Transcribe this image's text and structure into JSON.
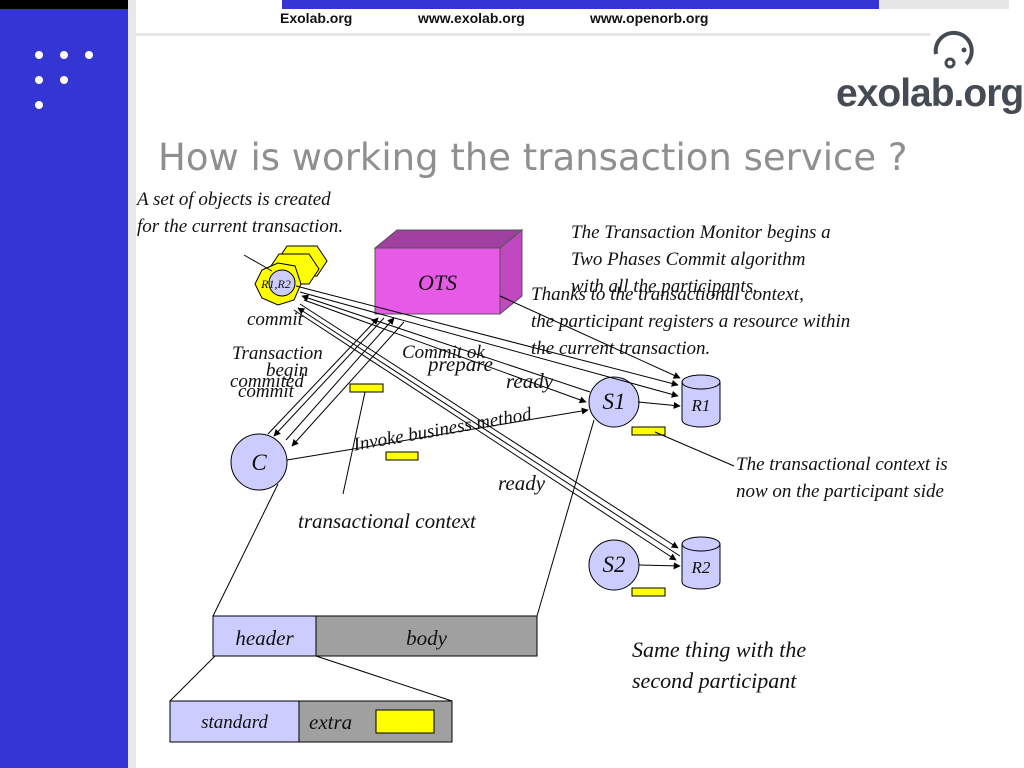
{
  "header": {
    "links": [
      "Exolab.org",
      "www.exolab.org",
      "www.openorb.org"
    ],
    "logo_text": "exolab.org"
  },
  "slide": {
    "title": "How is working the transaction service ?"
  },
  "diagram": {
    "notes": {
      "objects_created_1": "A set of objects is created",
      "objects_created_2": "for the current transaction.",
      "monitor_1": "The Transaction Monitor begins a",
      "monitor_2": "Two Phases Commit algorithm",
      "monitor_3": "with all the participants.",
      "thanks_1": "Thanks to the transactional context,",
      "thanks_2": "the participant registers a resource within",
      "thanks_3": "the current transaction.",
      "participant_side_1": "The transactional context is",
      "participant_side_2": "now on the participant side",
      "same_thing_1": "Same thing with the",
      "same_thing_2": "second participant"
    },
    "nodes": {
      "ots": "OTS",
      "client": "C",
      "s1": "S1",
      "s2": "S2",
      "r1": "R1",
      "r2": "R2",
      "resource_set": "R1,R2"
    },
    "arrow_labels": {
      "commit_top": "commit",
      "transaction_1": "Transaction",
      "transaction_2": "begin",
      "commited": "commited",
      "commit_lower": "commit",
      "commit_ok": "Commit ok",
      "prepare": "prepare",
      "ready_1": "ready",
      "ready_2": "ready",
      "invoke": "Invoke business method",
      "transactional_context": "transactional context"
    },
    "message": {
      "header": "header",
      "body": "body",
      "standard": "standard",
      "extra": "extra"
    },
    "colors": {
      "sidebar": "#3535d4",
      "ots_front": "#e65ae6",
      "ots_top": "#a040a0",
      "node_fill": "#ccccff",
      "token_yellow": "#ffff00",
      "body_gray": "#a0a0a0"
    }
  }
}
